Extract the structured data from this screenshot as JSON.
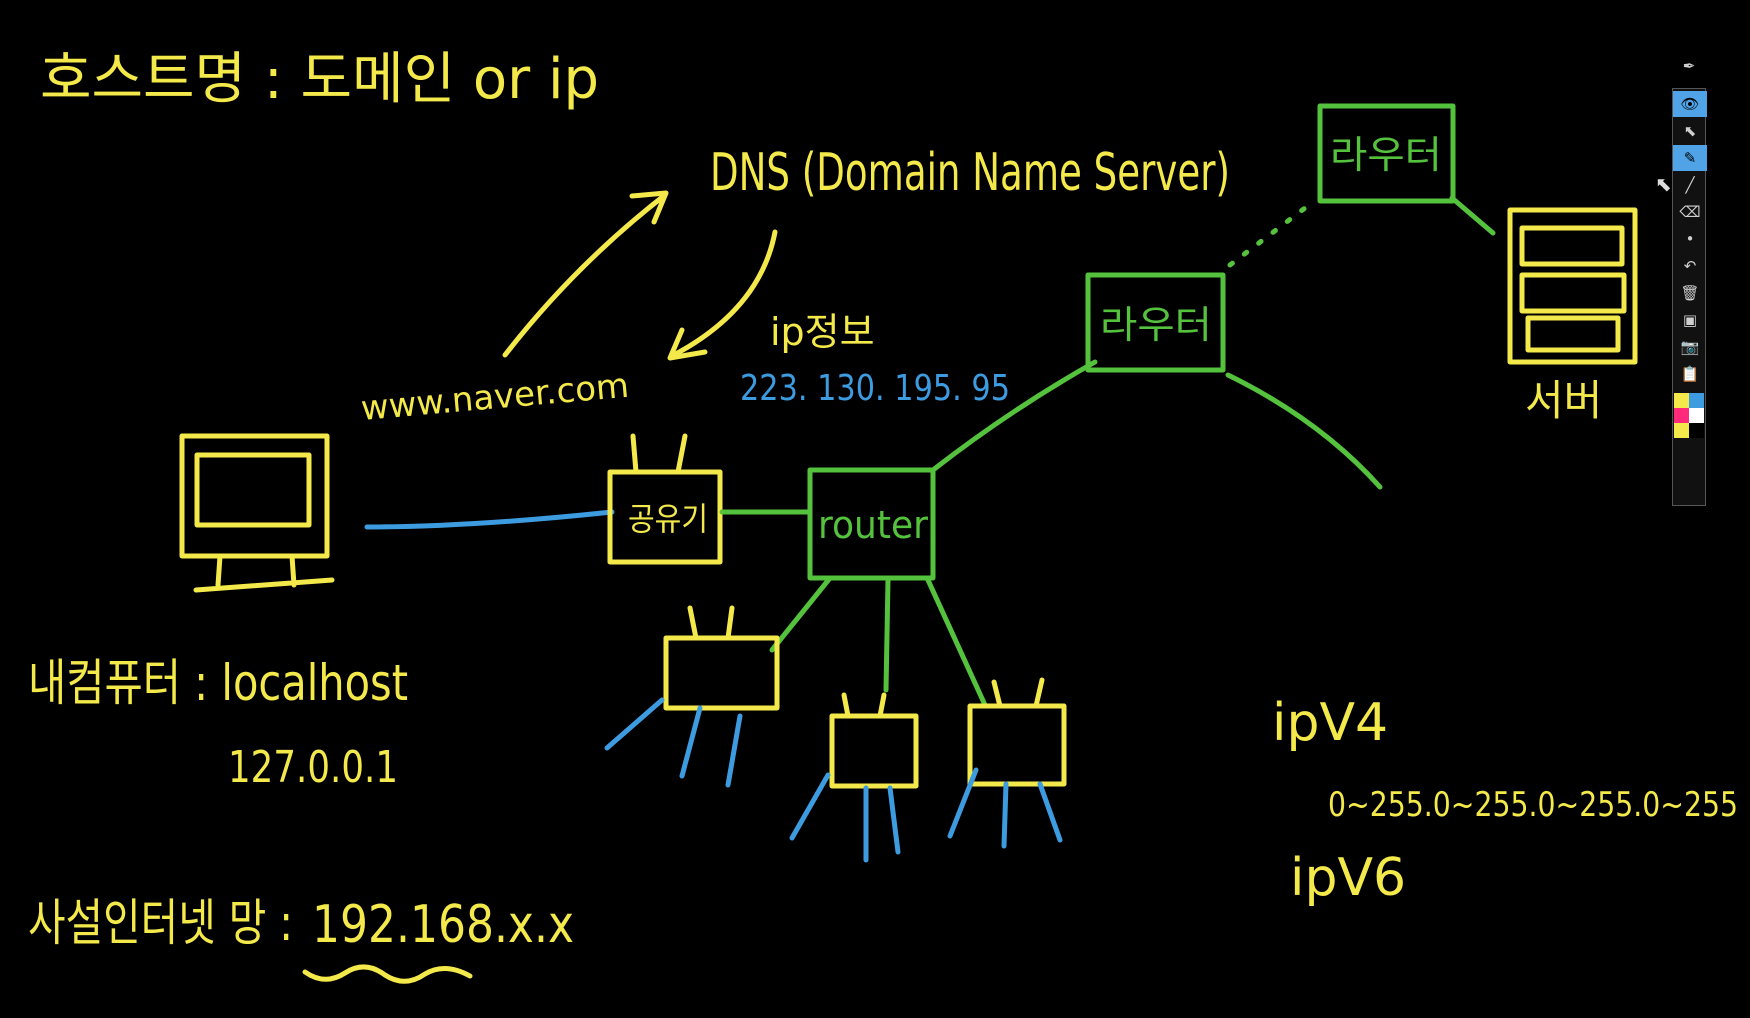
{
  "colors": {
    "background": "#000000",
    "yellow_ink": "#f4e94a",
    "green_ink": "#55c23d",
    "blue_ink": "#3d9be0"
  },
  "labels": {
    "title": "호스트명 : 도메인 or ip",
    "dns": "DNS (Domain Name Server)",
    "naver": "www.naver.com",
    "ip_info": "ip정보",
    "ip_addr": "223. 130. 195. 95",
    "router_top": "라우터",
    "router_mid": "라우터",
    "server": "서버",
    "ap": "공유기",
    "router_main": "router",
    "my_pc": "내컴퓨터 : localhost",
    "loopback": "127.0.0.1",
    "private_net": "사설인터넷 망 :",
    "private_ip": "192.168.x.x",
    "ipv4": "ipV4",
    "ipv4_range": "0~255.0~255.0~255.0~255",
    "ipv6": "ipV6"
  },
  "toolbar": {
    "items": [
      {
        "name": "pen-icon",
        "glyph": "✒"
      },
      {
        "name": "eye-icon",
        "glyph": "👁"
      },
      {
        "name": "pointer-icon",
        "glyph": "⬉"
      },
      {
        "name": "highlighter-icon",
        "glyph": "✎"
      },
      {
        "name": "line-icon",
        "glyph": "╱"
      },
      {
        "name": "eraser-icon",
        "glyph": "⌫"
      },
      {
        "name": "dot-icon",
        "glyph": "•"
      },
      {
        "name": "undo-icon",
        "glyph": "↶"
      },
      {
        "name": "trash-icon",
        "glyph": "🗑"
      },
      {
        "name": "board-icon",
        "glyph": "▣"
      },
      {
        "name": "camera-icon",
        "glyph": "📷"
      },
      {
        "name": "clipboard-icon",
        "glyph": "📋"
      }
    ],
    "palette": [
      "#f4e94a",
      "#3d9be0",
      "#ff2b7a",
      "#ffffff",
      "#f4e94a",
      "#000000"
    ]
  }
}
